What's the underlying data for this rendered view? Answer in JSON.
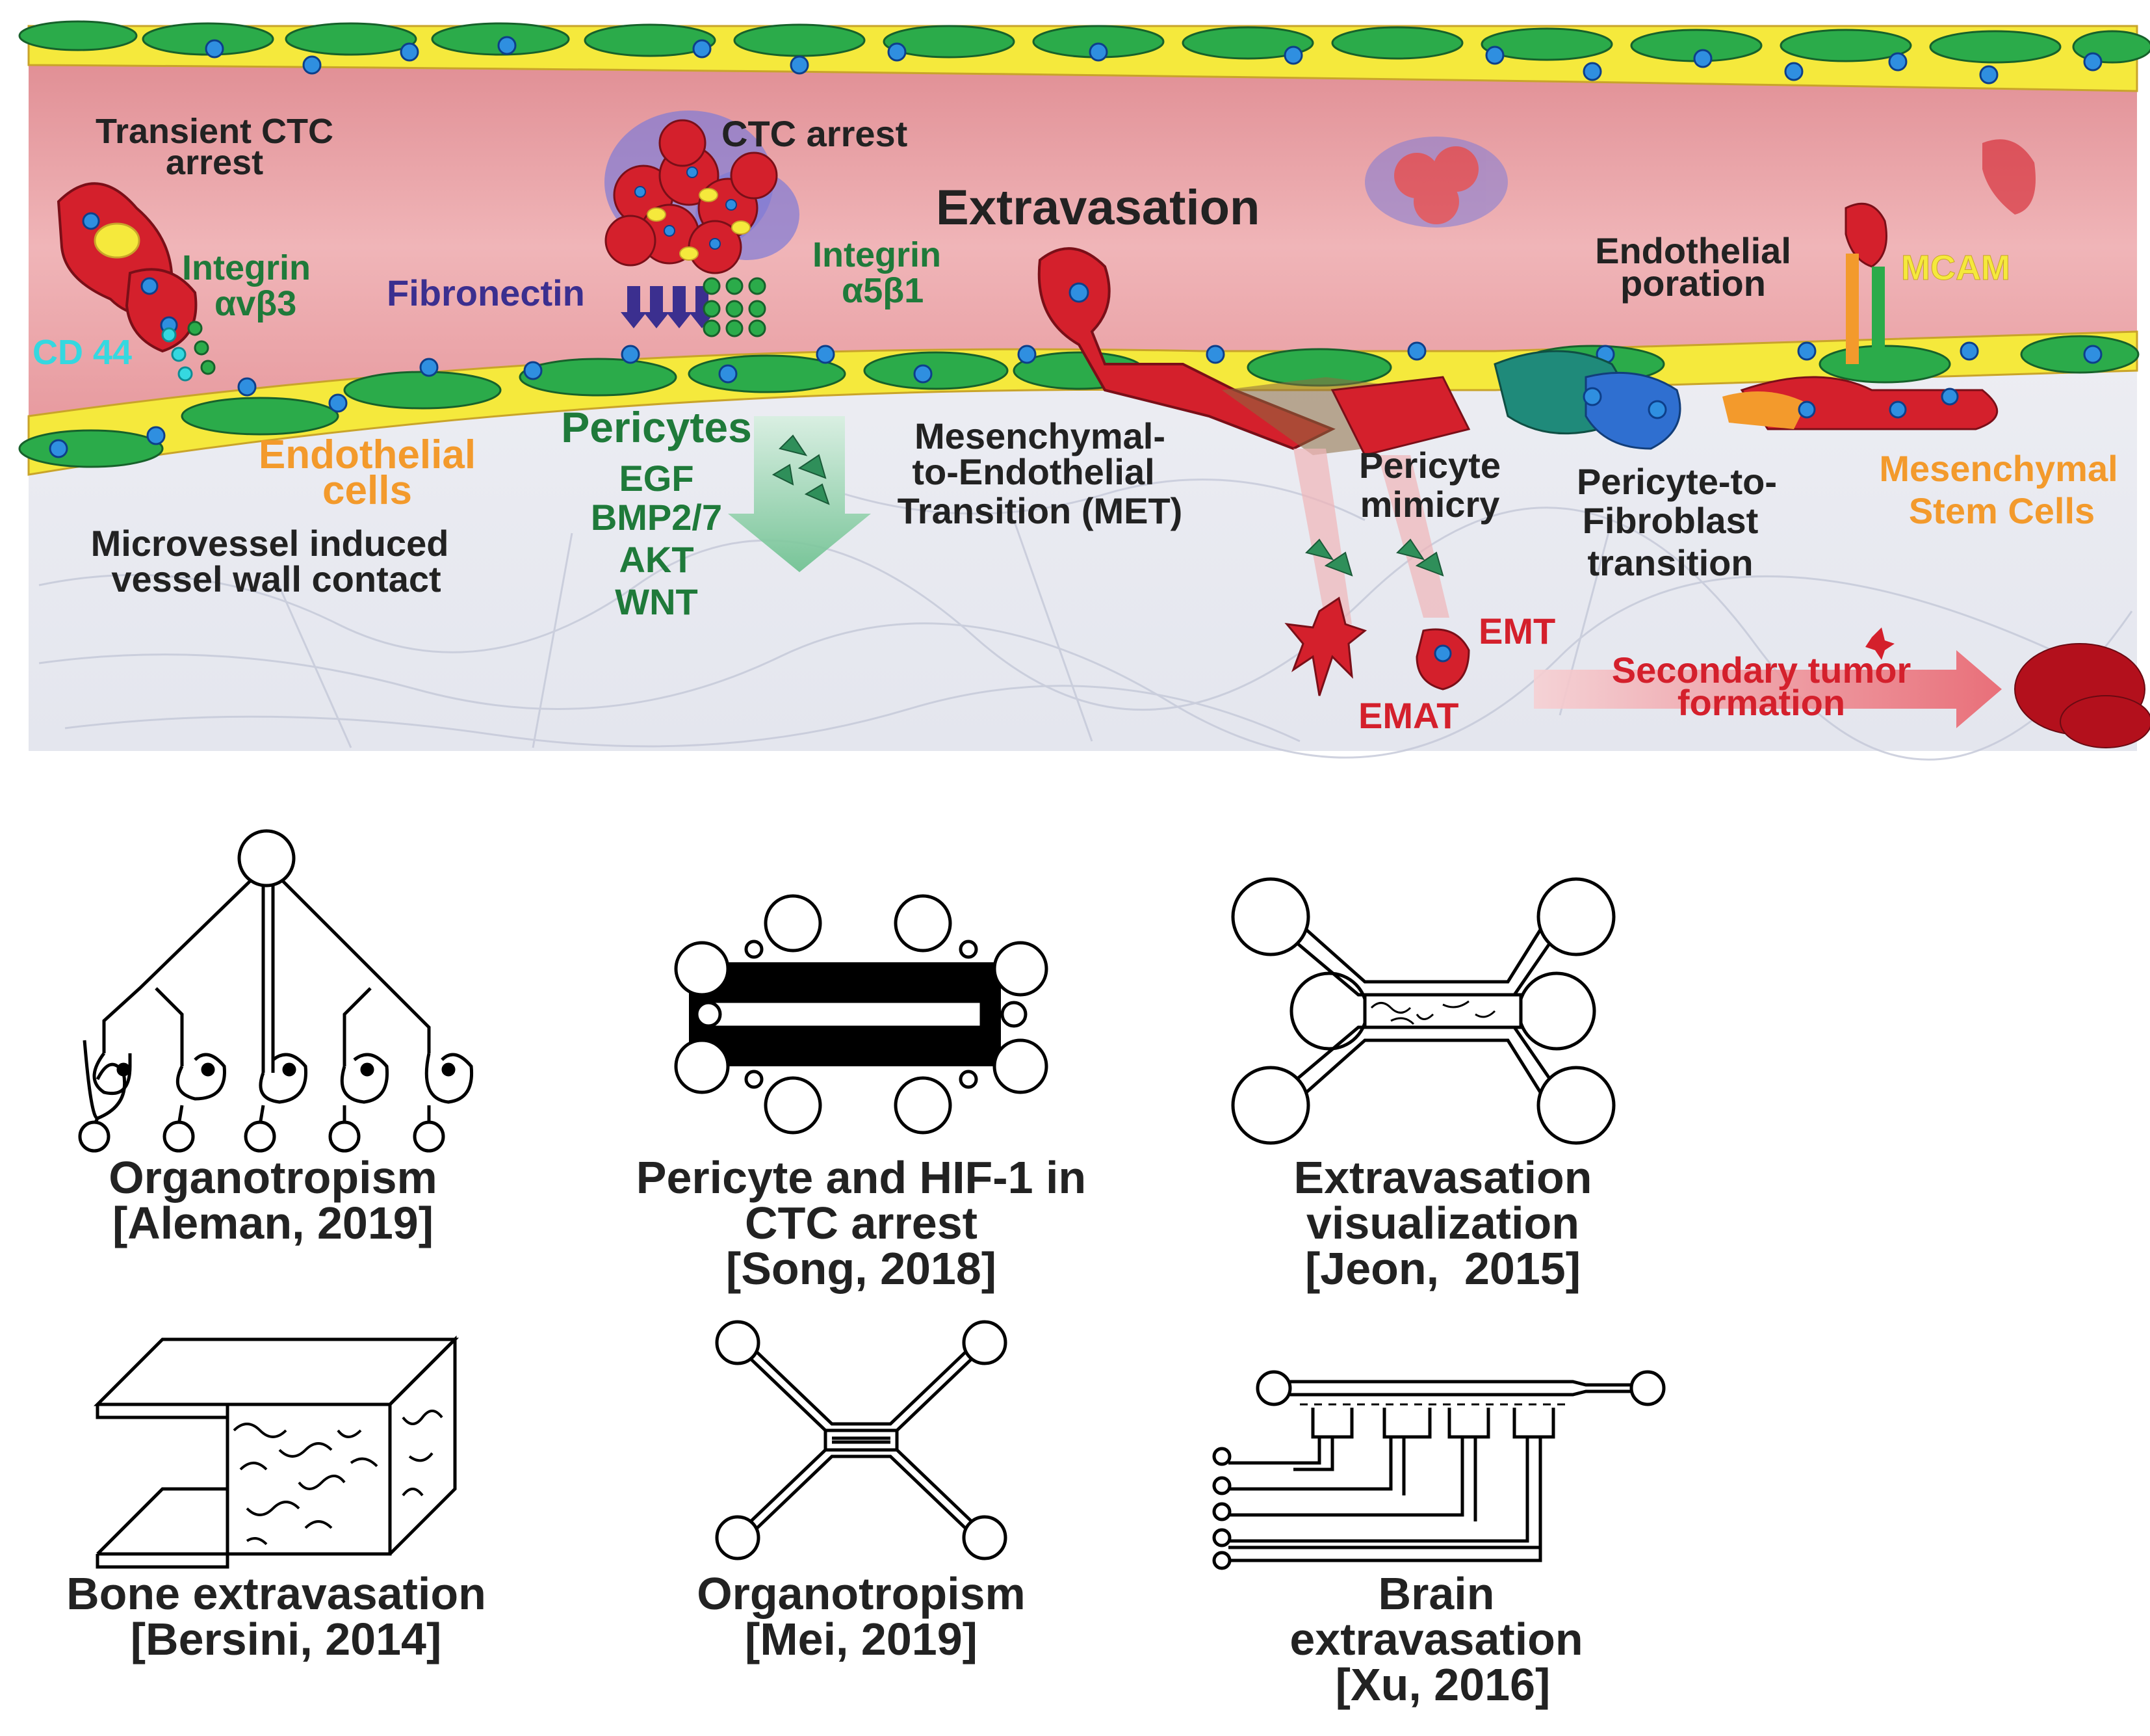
{
  "top_panel": {
    "labels": {
      "transient_ctc_1": "Transient CTC",
      "transient_ctc_2": "arrest",
      "ctc_arrest": "CTC arrest",
      "extravasation": "Extravasation",
      "integrin_avb3_1": "Integrin",
      "integrin_avb3_2": "αvβ3",
      "cd44": "CD 44",
      "fibronectin": "Fibronectin",
      "integrin_a5b1_1": "Integrin",
      "integrin_a5b1_2": "α5β1",
      "endothelial_poration_1": "Endothelial",
      "endothelial_poration_2": "poration",
      "mcam": "MCAM",
      "endothelial_cells_1": "Endothelial",
      "endothelial_cells_2": "cells",
      "microvessel_1": "Microvessel induced",
      "microvessel_2": "vessel wall contact",
      "pericytes": "Pericytes",
      "egf": "EGF",
      "bmp": "BMP2/7",
      "akt": "AKT",
      "wnt": "WNT",
      "met_1": "Mesenchymal-",
      "met_2": "to-Endothelial",
      "met_3": "Transition (MET)",
      "pericyte_mimicry_1": "Pericyte",
      "pericyte_mimicry_2": "mimicry",
      "p2f_1": "Pericyte-to-",
      "p2f_2": "Fibroblast",
      "p2f_3": "transition",
      "msc_1": "Mesenchymal",
      "msc_2": "Stem Cells",
      "emt": "EMT",
      "emat": "EMAT",
      "secondary_1": "Secondary tumor",
      "secondary_2": "formation"
    },
    "colors": {
      "vessel_lumen": "#e9a0a4",
      "endothelium_yellow": "#f5e93c",
      "endothelium_green": "#2bab4a",
      "nucleus_blue": "#2f8fe0",
      "ctc_red": "#d4202c",
      "label_green": "#1f7a3a",
      "label_orange": "#f39a2c",
      "label_purple": "#3b2f8f",
      "label_cyan": "#35d8e0",
      "label_red": "#d4202c"
    }
  },
  "devices": [
    {
      "id": "aleman",
      "caption": [
        "Organotropism",
        "[Aleman, 2019]"
      ]
    },
    {
      "id": "song",
      "caption": [
        "Pericyte and HIF-1 in",
        "CTC arrest",
        "[Song, 2018]"
      ]
    },
    {
      "id": "jeon",
      "caption": [
        "Extravasation",
        "visualization",
        "[Jeon,  2015]"
      ]
    },
    {
      "id": "bersini",
      "caption": [
        "Bone extravasation",
        "[Bersini, 2014]"
      ]
    },
    {
      "id": "mei",
      "caption": [
        "Organotropism",
        "[Mei, 2019]"
      ]
    },
    {
      "id": "xu",
      "caption": [
        "Brain",
        "extravasation",
        "[Xu, 2016]"
      ]
    }
  ]
}
